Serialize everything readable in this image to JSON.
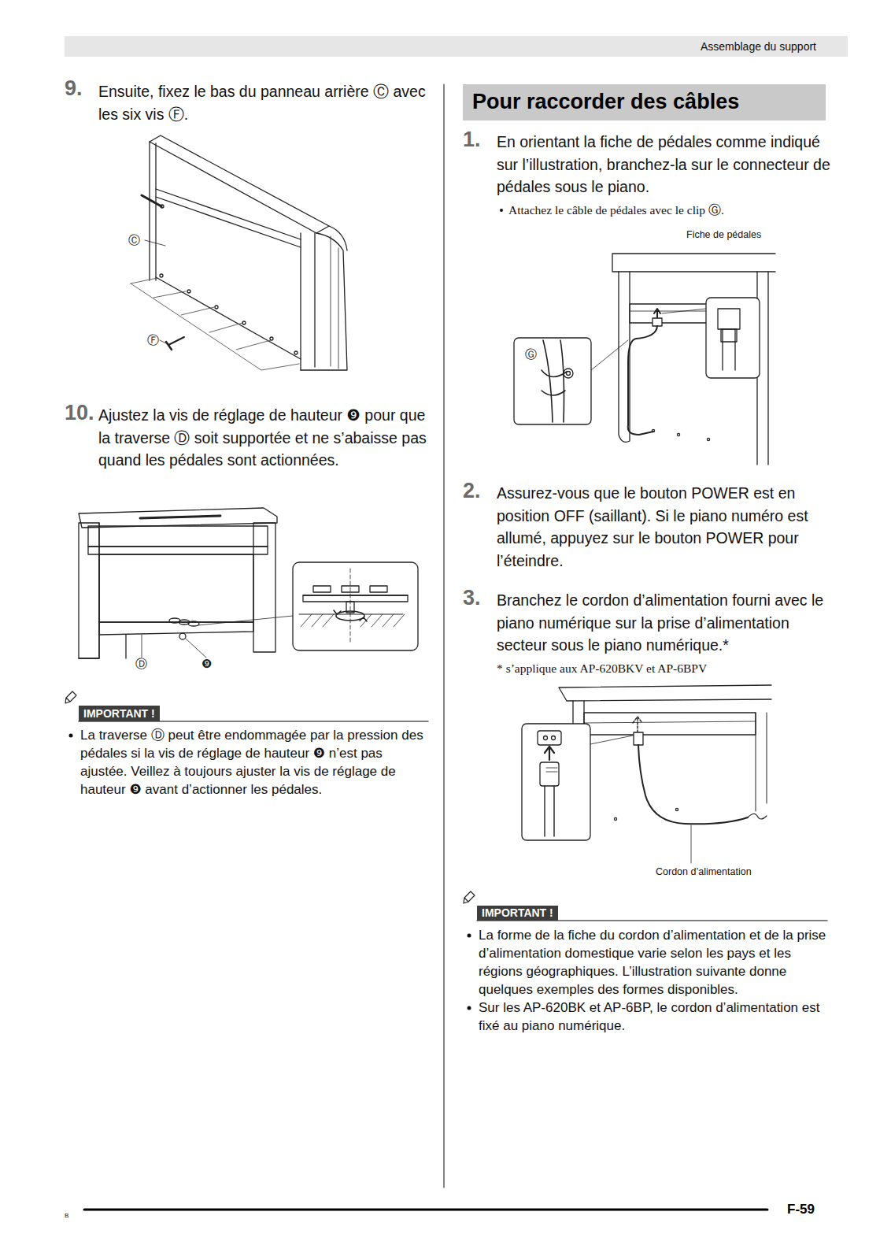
{
  "diagram": {
    "nodes": [
      {
        "text": [
          "Assemblage du support"
        ]
      },
      {
        "text": [
          "Pour raccorder des câbles"
        ]
      },
      {
        "text": [
          "IMPORTANT !"
        ]
      },
      {
        "text": [
          "IMPORTANT !"
        ]
      }
    ],
    "labels": [
      "9.",
      "Ensuite, fixez le bas du panneau arrière Ⓒ avec les six vis Ⓕ.",
      "Ⓒ",
      "Ⓕ",
      "10.",
      "Ajustez la vis de réglage de hauteur ❾ pour que la traverse Ⓓ soit supportée et ne s’abaisse pas quand les pédales sont actionnées.",
      "Ⓓ",
      "❾",
      "La traverse Ⓓ peut être endommagée par la pression des pédales si la vis de réglage de hauteur ❾ n’est pas ajustée. Veillez à toujours ajuster la vis de réglage de hauteur ❾ avant d’actionner les pédales.",
      "1.",
      "En orientant la fiche de pédales comme indiqué sur l’illustration, branchez-la sur le connecteur de pédales sous le piano.",
      "Attachez le câble de pédales avec le clip Ⓖ.",
      "Fiche de pédales",
      "Ⓖ",
      "2.",
      "Assurez-vous que le bouton POWER est en position OFF (saillant). Si le piano numéro est allumé, appuyez sur le bouton POWER pour l’éteindre.",
      "3.",
      "Branchez le cordon d’alimentation fourni avec le piano numérique sur la prise d’alimentation secteur sous le piano numérique.*",
      "* s’applique aux AP-620BKV et AP-6BPV",
      "Cordon d’alimentation",
      "La forme de la fiche du cordon d’alimentation et de la prise d’alimentation domestique varie selon les pays et les régions géographiques. L’illustration suivante donne quelques exemples des formes disponibles.",
      "Sur les AP-620BK et AP-6BP, le cordon d’alimentation est fixé au piano numérique.",
      "B",
      "F-59"
    ]
  }
}
